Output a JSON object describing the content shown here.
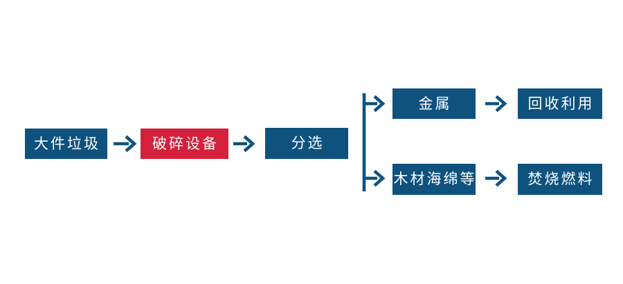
{
  "diagram": {
    "type": "flowchart",
    "direction": "left-to-right",
    "background_color": "#ffffff",
    "colors": {
      "node_blue": "#0f527e",
      "node_red": "#d5203b",
      "arrow": "#0f527e",
      "text": "#ffffff"
    },
    "nodes": [
      {
        "id": "bulky",
        "label": "大件垃圾",
        "color": "#0f527e"
      },
      {
        "id": "crush",
        "label": "破碎设备",
        "color": "#d5203b"
      },
      {
        "id": "sort",
        "label": "分选",
        "color": "#0f527e"
      },
      {
        "id": "metal",
        "label": "金属",
        "color": "#0f527e"
      },
      {
        "id": "recycle",
        "label": "回收利用",
        "color": "#0f527e"
      },
      {
        "id": "wood",
        "label": "木材海绵等",
        "color": "#0f527e"
      },
      {
        "id": "fuel",
        "label": "焚烧燃料",
        "color": "#0f527e"
      }
    ],
    "edges": [
      {
        "from": "bulky",
        "to": "crush",
        "style": "arrow"
      },
      {
        "from": "crush",
        "to": "sort",
        "style": "arrow"
      },
      {
        "from": "sort",
        "to": "metal",
        "style": "branch-arrow"
      },
      {
        "from": "sort",
        "to": "wood",
        "style": "branch-arrow"
      },
      {
        "from": "metal",
        "to": "recycle",
        "style": "arrow"
      },
      {
        "from": "wood",
        "to": "fuel",
        "style": "arrow"
      }
    ]
  }
}
